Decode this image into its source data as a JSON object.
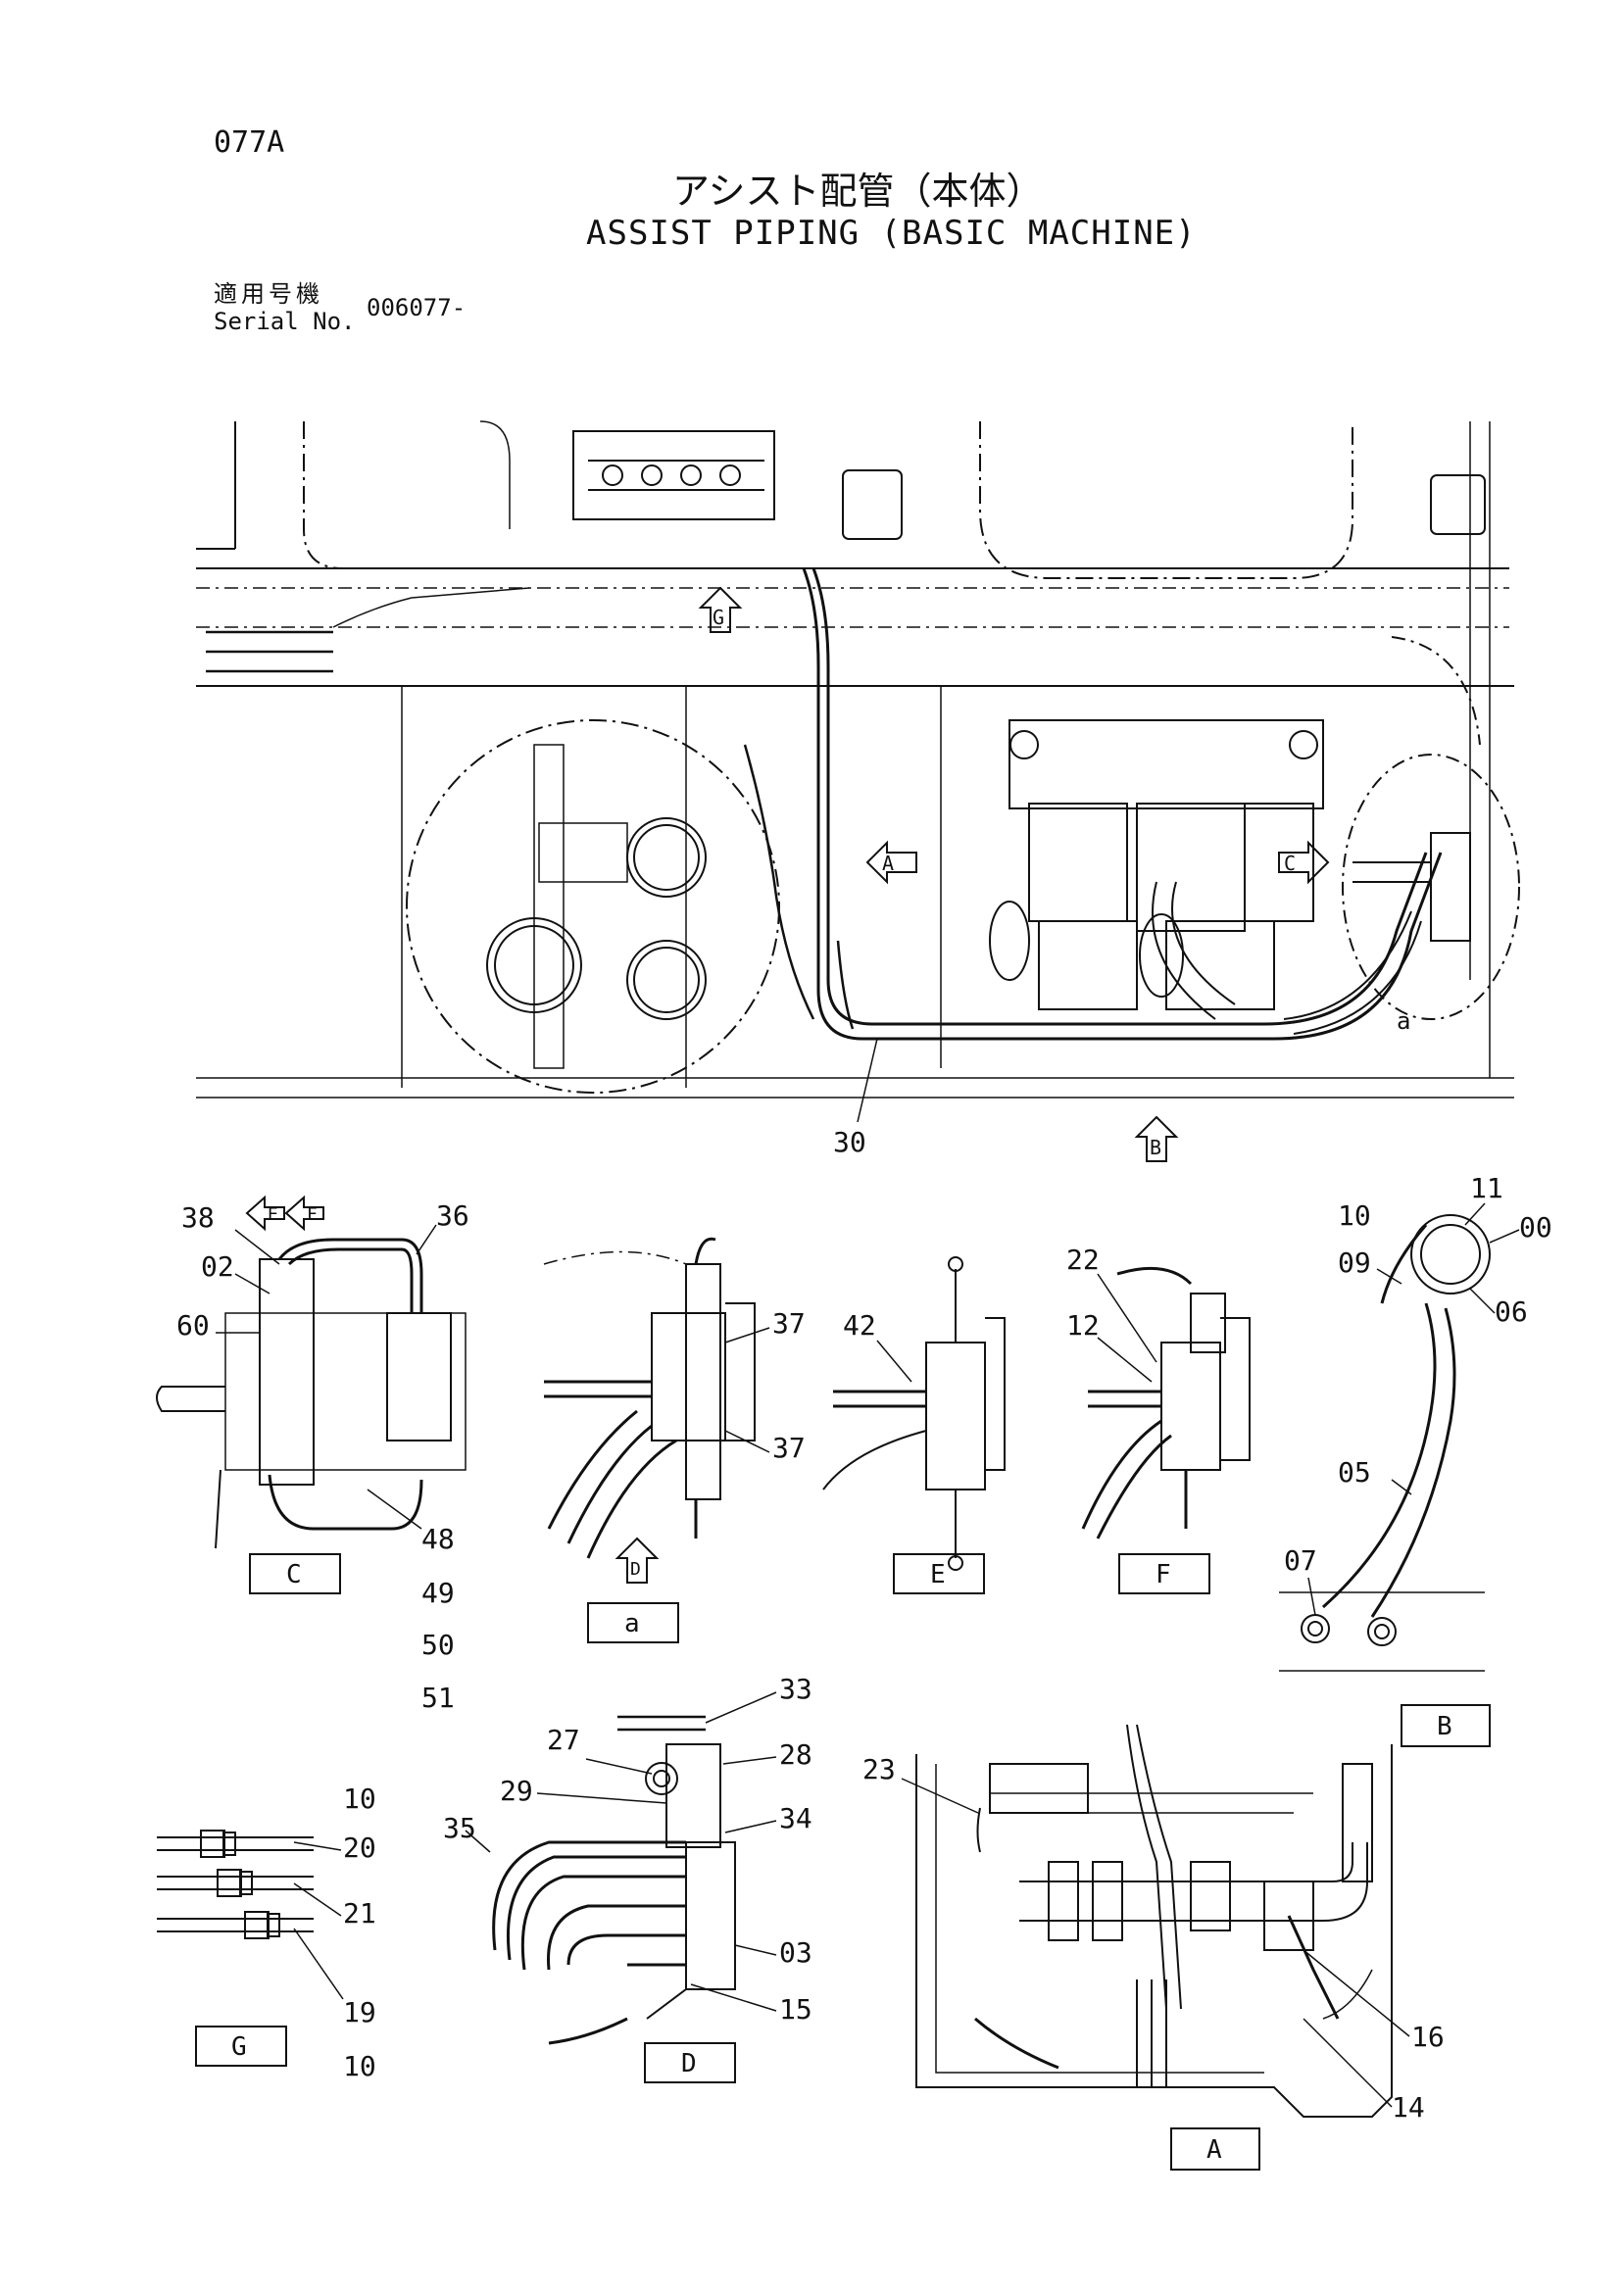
{
  "header": {
    "code": "077A",
    "title_jp": "アシスト配管（本体）",
    "title_en": "ASSIST PIPING (BASIC MACHINE)",
    "serial_label_jp": "適用号機",
    "serial_label_en": "Serial No.",
    "serial_value": "006077-"
  },
  "arrows": {
    "G": "G",
    "A": "A",
    "C": "C",
    "B": "B",
    "E": "E",
    "F": "F",
    "D": "D"
  },
  "views": {
    "C": "C",
    "a": "a",
    "E": "E",
    "F": "F",
    "B": "B",
    "G": "G",
    "D": "D",
    "A": "A"
  },
  "callouts": {
    "main": [
      "30"
    ],
    "view_c": [
      "38",
      "02",
      "60",
      "36",
      "48",
      "49",
      "50",
      "51"
    ],
    "view_a_small": [
      "37",
      "37"
    ],
    "view_e": [
      "42"
    ],
    "view_f": [
      "22",
      "12"
    ],
    "view_b": [
      "11",
      "00",
      "10",
      "09",
      "06",
      "05",
      "07"
    ],
    "view_g": [
      "10",
      "20",
      "21",
      "19",
      "10"
    ],
    "view_d": [
      "33",
      "27",
      "28",
      "29",
      "34",
      "35",
      "03",
      "15"
    ],
    "view_a_big": [
      "23",
      "16",
      "14"
    ]
  },
  "colors": {
    "ink": "#111111",
    "paper": "#ffffff"
  }
}
